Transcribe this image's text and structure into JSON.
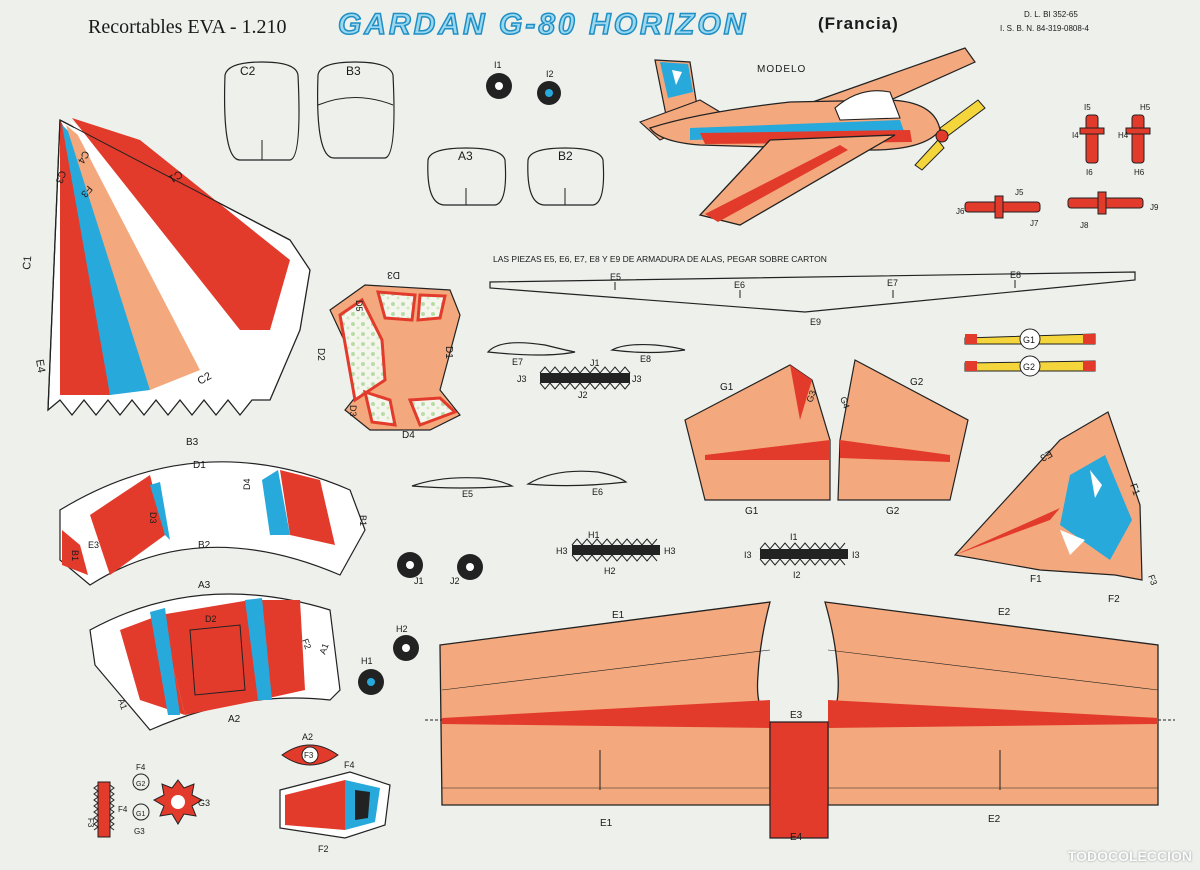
{
  "header": {
    "series": "Recortables  EVA - 1.210",
    "title": "GARDAN G-80 HORIZON",
    "country": "(Francia)",
    "legal_deposit": "D. L. BI 352-65",
    "isbn": "I. S. B. N. 84-319-0808-4"
  },
  "model_label": "MODELO",
  "instruction": "LAS PIEZAS  E5, E6, E7, E8 Y E9  DE ARMADURA DE ALAS, PEGAR SOBRE CARTON",
  "watermark": "TODOCOLECCION",
  "colors": {
    "red": "#e23b2c",
    "blue": "#27a9dc",
    "salmon": "#f3a97d",
    "yellow": "#f4d63c",
    "paper": "#eef0ec"
  },
  "labels": {
    "c1": "C1",
    "c1b": "C1",
    "c2": "C2",
    "c3": "C3",
    "c4": "C4",
    "e4": "E4",
    "f3": "F3",
    "c2top": "C2",
    "b3top": "B3",
    "a3top": "A3",
    "b2top": "B2",
    "i1": "I1",
    "i2": "I2",
    "d1": "D1",
    "d2": "D2",
    "d3": "D3",
    "d3b": "D3",
    "d4": "D4",
    "d5": "D5",
    "d6": "D6",
    "e5": "E5",
    "e6": "E6",
    "e7": "E7",
    "e8": "E8",
    "e9": "E9",
    "e5b": "E5",
    "e6b": "E6",
    "e7b": "E7",
    "e8b": "E8",
    "j1": "J1",
    "j2": "J2",
    "j3": "J3",
    "j3b": "J3",
    "j1b": "J1",
    "j2b": "J2",
    "j5": "J5",
    "j6": "J6",
    "j7": "J7",
    "j8": "J8",
    "j9": "J9",
    "g1": "G1",
    "g2": "G2",
    "g3": "G3",
    "g4": "G4",
    "g1b": "G1",
    "g2b": "G2",
    "g1p": "G1",
    "g2p": "G2",
    "g1s": "G1",
    "g2s": "G2",
    "g3s": "G3",
    "b1": "B1",
    "b2": "B2",
    "b3": "B3",
    "b3s": "B3",
    "b1b": "B1",
    "a1": "A1",
    "a1b": "A1",
    "a2": "A2",
    "a2b": "A2",
    "a3": "A3",
    "f1": "F1",
    "f1b": "F1",
    "f2": "F2",
    "f2b": "F2",
    "f2c": "F2",
    "f3b": "F3",
    "f3c": "F3",
    "f4": "F4",
    "f4b": "F4",
    "f4c": "F4",
    "h1": "H1",
    "h2": "H2",
    "h1b": "H1",
    "h2b": "H2",
    "h3": "H3",
    "h3b": "H3",
    "h4": "H4",
    "h5": "H5",
    "h6": "H6",
    "i1b": "I1",
    "i2b": "I2",
    "i3": "I3",
    "i3b": "I3",
    "i4": "I4",
    "i5": "I5",
    "i6": "I6",
    "e1": "E1",
    "e1b": "E1",
    "e2": "E2",
    "e2b": "E2",
    "e3": "E3",
    "e3b": "E3",
    "e4b": "E4"
  }
}
